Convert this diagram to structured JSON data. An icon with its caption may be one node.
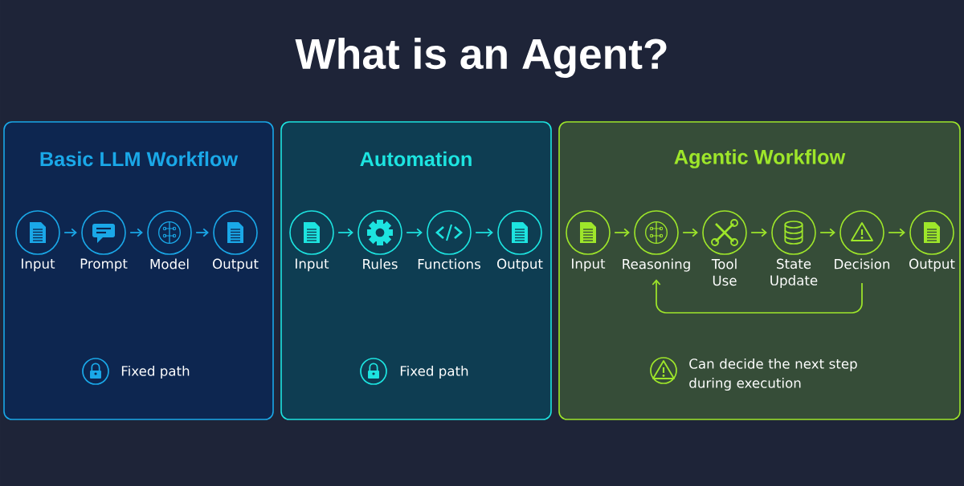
{
  "diagram": {
    "title": "What is an Agent?",
    "nodes": [
      {
        "text": [
          "Basic LLM Workflow"
        ]
      },
      {
        "text": [
          "Input"
        ],
        "in": 0
      },
      {
        "text": [
          "Prompt"
        ],
        "in": 0
      },
      {
        "text": [
          "Model"
        ],
        "in": 0
      },
      {
        "text": [
          "Output"
        ],
        "in": 0
      },
      {
        "text": [
          "Automation"
        ]
      },
      {
        "text": [
          "Input"
        ],
        "in": 5
      },
      {
        "text": [
          "Rules"
        ],
        "in": 5
      },
      {
        "text": [
          "Functions"
        ],
        "in": 5
      },
      {
        "text": [
          "Output"
        ],
        "in": 5
      },
      {
        "text": [
          "Agentic Workflow"
        ]
      },
      {
        "text": [
          "Input"
        ],
        "in": 10
      },
      {
        "text": [
          "Reasoning"
        ],
        "in": 10
      },
      {
        "text": [
          "Tool Use"
        ],
        "in": 10
      },
      {
        "text": [
          "State Update"
        ],
        "in": 10
      },
      {
        "text": [
          "Decision"
        ],
        "in": 10
      },
      {
        "text": [
          "Output"
        ],
        "in": 10
      }
    ],
    "edges": [
      {
        "from": 1,
        "to": 2,
        "arrow": "to",
        "color": "#1aa8e8"
      },
      {
        "from": 2,
        "to": 3,
        "arrow": "to",
        "color": "#1aa8e8"
      },
      {
        "from": 3,
        "to": 4,
        "arrow": "to",
        "color": "#1aa8e8"
      },
      {
        "from": 6,
        "to": 7,
        "arrow": "to",
        "color": "#1de4e0"
      },
      {
        "from": 7,
        "to": 8,
        "arrow": "to",
        "color": "#1de4e0"
      },
      {
        "from": 8,
        "to": 9,
        "arrow": "to",
        "color": "#1de4e0"
      },
      {
        "from": 11,
        "to": 12,
        "arrow": "to",
        "color": "#9ee62a"
      },
      {
        "from": 12,
        "to": 13,
        "arrow": "to",
        "color": "#9ee62a"
      },
      {
        "from": 13,
        "to": 14,
        "arrow": "to",
        "color": "#9ee62a"
      },
      {
        "from": 14,
        "to": 15,
        "arrow": "to",
        "color": "#9ee62a"
      },
      {
        "from": 15,
        "to": 16,
        "arrow": "to",
        "color": "#9ee62a"
      },
      {
        "from": 15,
        "to": 12,
        "arrow": "to",
        "color": "#9ee62a"
      }
    ],
    "labels": [
      "Fixed path",
      "Fixed path",
      "Can decide the next step during execution"
    ]
  }
}
